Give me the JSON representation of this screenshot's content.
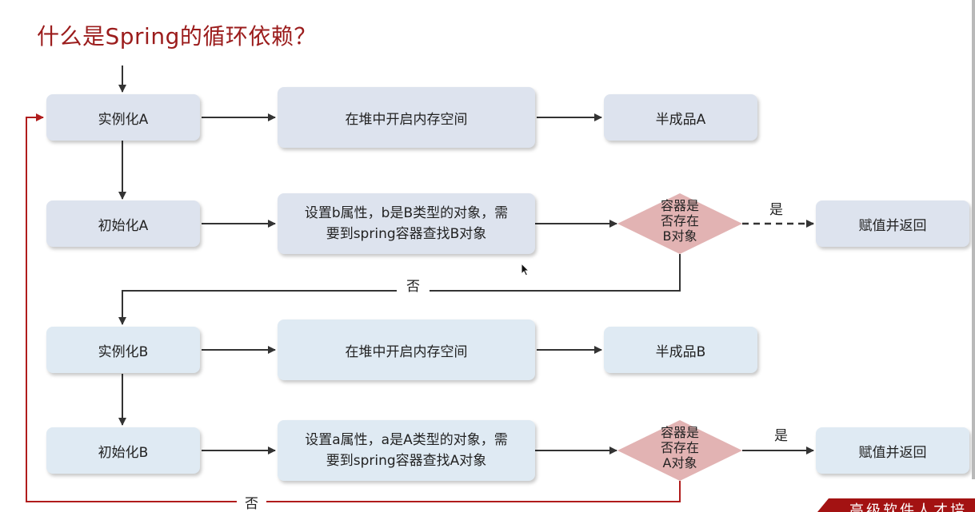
{
  "title": "什么是Spring的循环依赖？",
  "nodes": {
    "instantiate_a": "实例化A",
    "heap_a": "在堆中开启内存空间",
    "half_a": "半成品A",
    "init_a": "初始化A",
    "set_b_line1": "设置b属性，b是B类型的对象，需",
    "set_b_line2": "要到spring容器查找B对象",
    "decision_b_line1": "容器是",
    "decision_b_line2": "否存在",
    "decision_b_line3": "B对象",
    "assign_a": "赋值并返回",
    "instantiate_b": "实例化B",
    "heap_b": "在堆中开启内存空间",
    "half_b": "半成品B",
    "init_b": "初始化B",
    "set_a_line1": "设置a属性，a是A类型的对象，需",
    "set_a_line2": "要到spring容器查找A对象",
    "decision_a_line1": "容器是",
    "decision_a_line2": "否存在",
    "decision_a_line3": "A对象",
    "assign_b": "赋值并返回"
  },
  "labels": {
    "yes_1": "是",
    "no_1": "否",
    "yes_2": "是",
    "no_2": "否"
  },
  "footer": "高级软件人才培",
  "colors": {
    "title": "#9b1c1c",
    "box_a": "#dde3ee",
    "box_b": "#dfeaf3",
    "decision": "#e2b3b3",
    "loop_arrow": "#b01c1c",
    "arrow": "#333333"
  },
  "icons": {
    "cursor": "mouse-pointer-icon"
  }
}
